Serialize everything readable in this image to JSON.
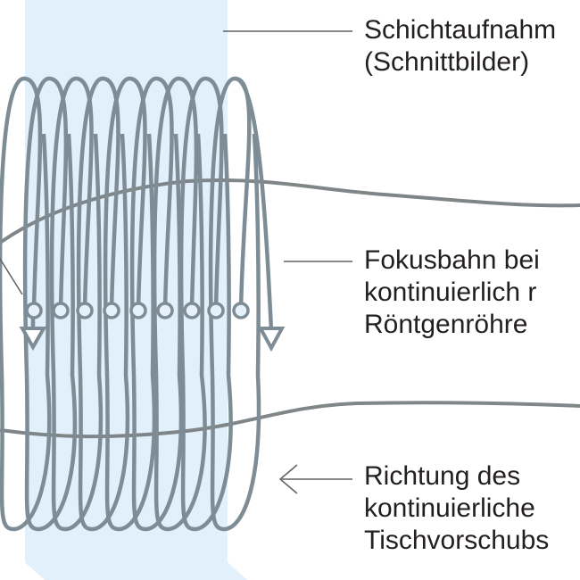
{
  "labels": {
    "slices": [
      "Schichtaufnahm",
      "(Schnittbilder)"
    ],
    "focus_path": [
      "Fokusbahn bei",
      "kontinuierlich r",
      "Röntgenröhre"
    ],
    "table_feed": [
      "Richtung des",
      "kontinuierliche",
      "Tischvorschubs"
    ]
  },
  "colors": {
    "slab_light": "#e1f0fa",
    "slab_dark": "#c6e2f4",
    "helix": "#7d8c95",
    "outline": "#808588",
    "text": "#231f20"
  }
}
